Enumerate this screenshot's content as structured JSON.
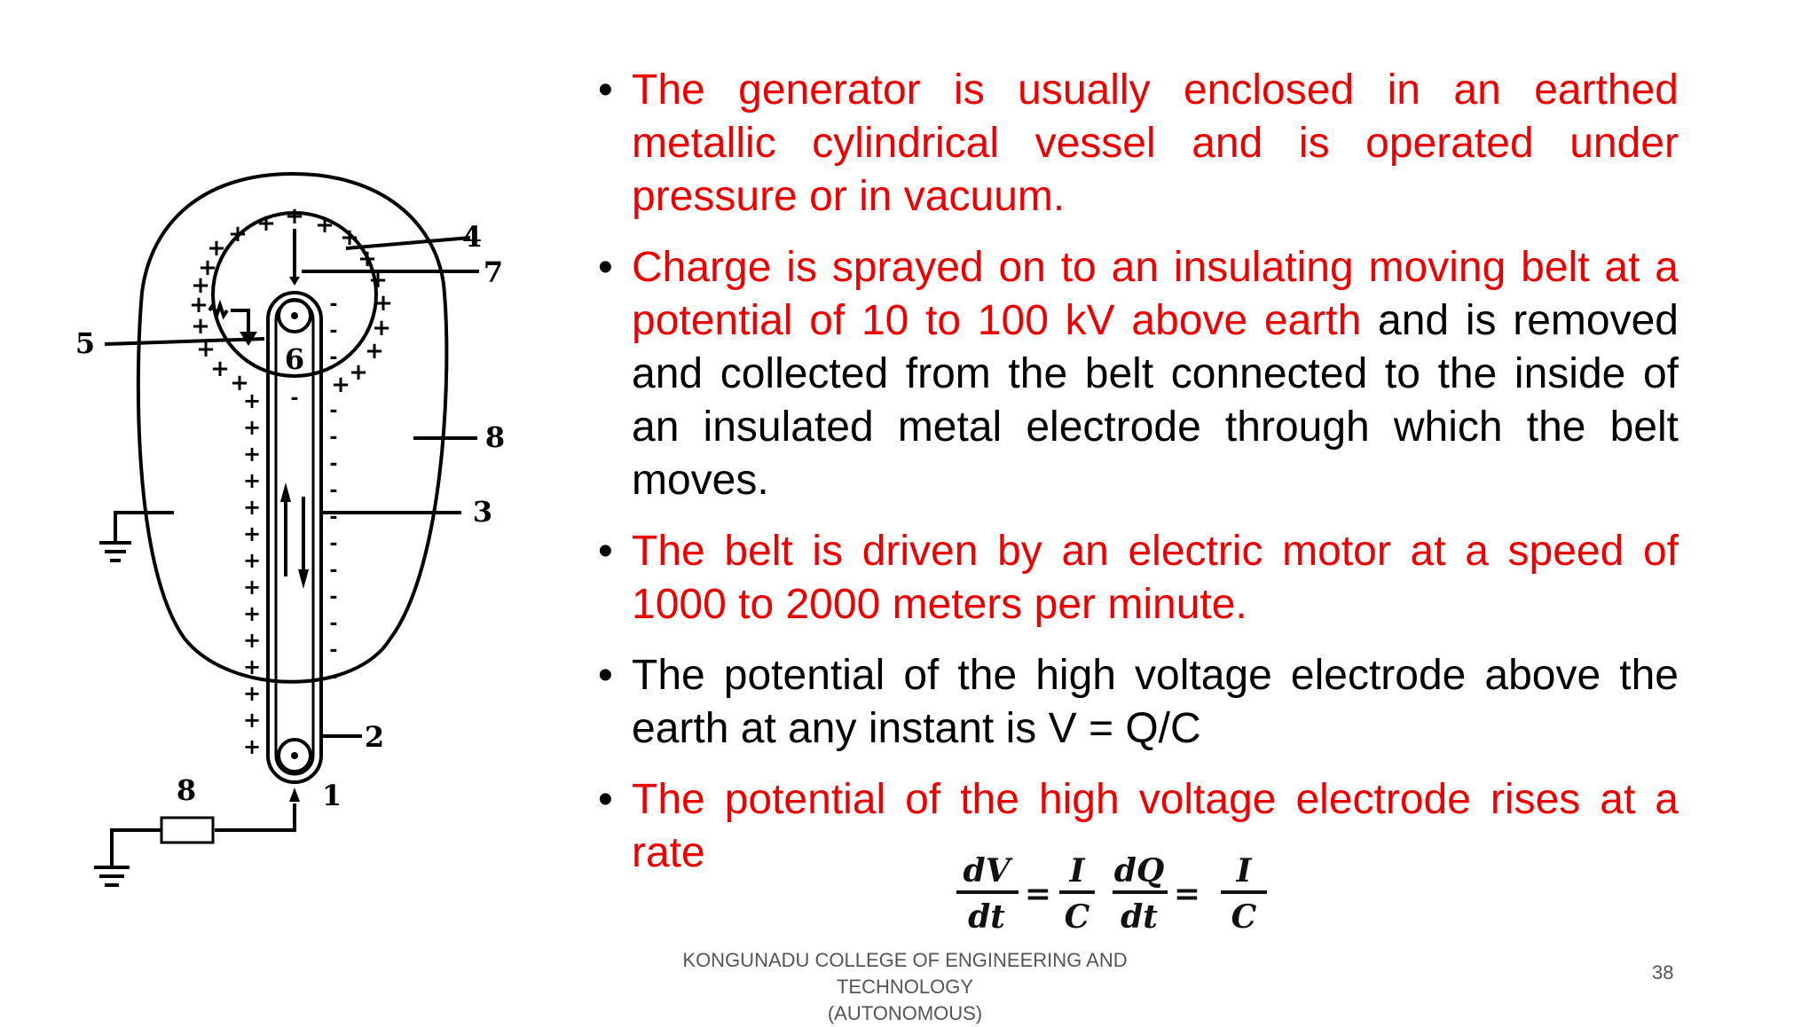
{
  "slide": {
    "bullets": [
      {
        "segments": [
          {
            "text": "The generator is usually enclosed in an earthed metallic cylindrical vessel and is operated under pressure or in vacuum.",
            "color": "red"
          }
        ]
      },
      {
        "segments": [
          {
            "text": "Charge is sprayed on to an insulating moving belt at a potential of 10 to 100 kV above earth",
            "color": "red"
          },
          {
            "text": " and is removed and collected from the belt connected to the inside of an insulated metal electrode through which the belt moves.",
            "color": "black"
          }
        ]
      },
      {
        "segments": [
          {
            "text": "The belt is driven by an electric motor at a speed of 1000 to 2000 meters per minute.",
            "color": "red"
          }
        ]
      },
      {
        "segments": [
          {
            "text": "The potential of the high voltage electrode above the earth at any instant is V = Q/C",
            "color": "black"
          }
        ]
      },
      {
        "segments": [
          {
            "text": "The potential of the high voltage electrode rises at a rate",
            "color": "red"
          }
        ]
      }
    ],
    "formula": {
      "lhs_num": "dV",
      "lhs_den": "dt",
      "f1_num": "I",
      "f1_den": "C",
      "f2_num": "dQ",
      "f2_den": "dt",
      "f3_num": "I",
      "f3_den": "C",
      "equals": "="
    },
    "footer": {
      "line1": "KONGUNADU COLLEGE OF ENGINEERING AND TECHNOLOGY",
      "line2": "(AUTONOMOUS)"
    },
    "page_number": "38"
  },
  "diagram": {
    "labels": {
      "l1": "1",
      "l2": "2",
      "l3": "3",
      "l4": "4",
      "l5": "5",
      "l6": "6",
      "l7": "7",
      "l8a": "8",
      "l8b": "8"
    },
    "plus": "+",
    "minus": "-"
  },
  "colors": {
    "red": "#ee0000",
    "black": "#000000",
    "footer": "#555555"
  }
}
